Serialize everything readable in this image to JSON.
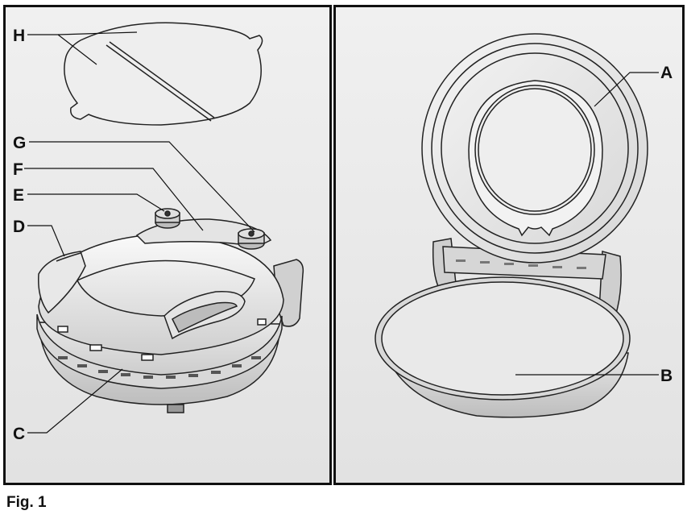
{
  "figure": {
    "caption": "Fig. 1",
    "labels": {
      "A": "A",
      "B": "B",
      "C": "C",
      "D": "D",
      "E": "E",
      "F": "F",
      "G": "G",
      "H": "H"
    }
  }
}
